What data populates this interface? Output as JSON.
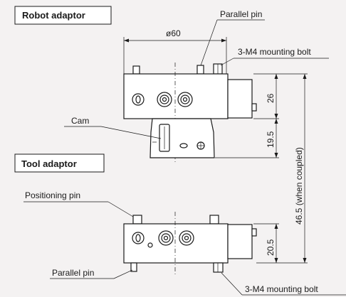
{
  "titles": {
    "robot_adaptor": "Robot adaptor",
    "tool_adaptor": "Tool adaptor"
  },
  "labels": {
    "parallel_pin_top": "Parallel pin",
    "mounting_bolt_top": "3-M4 mounting bolt",
    "cam": "Cam",
    "positioning_pin": "Positioning pin",
    "parallel_pin_bottom": "Parallel pin",
    "mounting_bolt_bottom": "3-M4 mounting bolt"
  },
  "dimensions": {
    "width": "ø60",
    "robot_height": "26",
    "cam_height": "19.5",
    "coupled_height": "46.5 (when coupled)",
    "tool_height": "20.5"
  },
  "colors": {
    "background": "#f4f2f2",
    "ink": "#1a1a1a",
    "part_fill": "#ffffff"
  }
}
